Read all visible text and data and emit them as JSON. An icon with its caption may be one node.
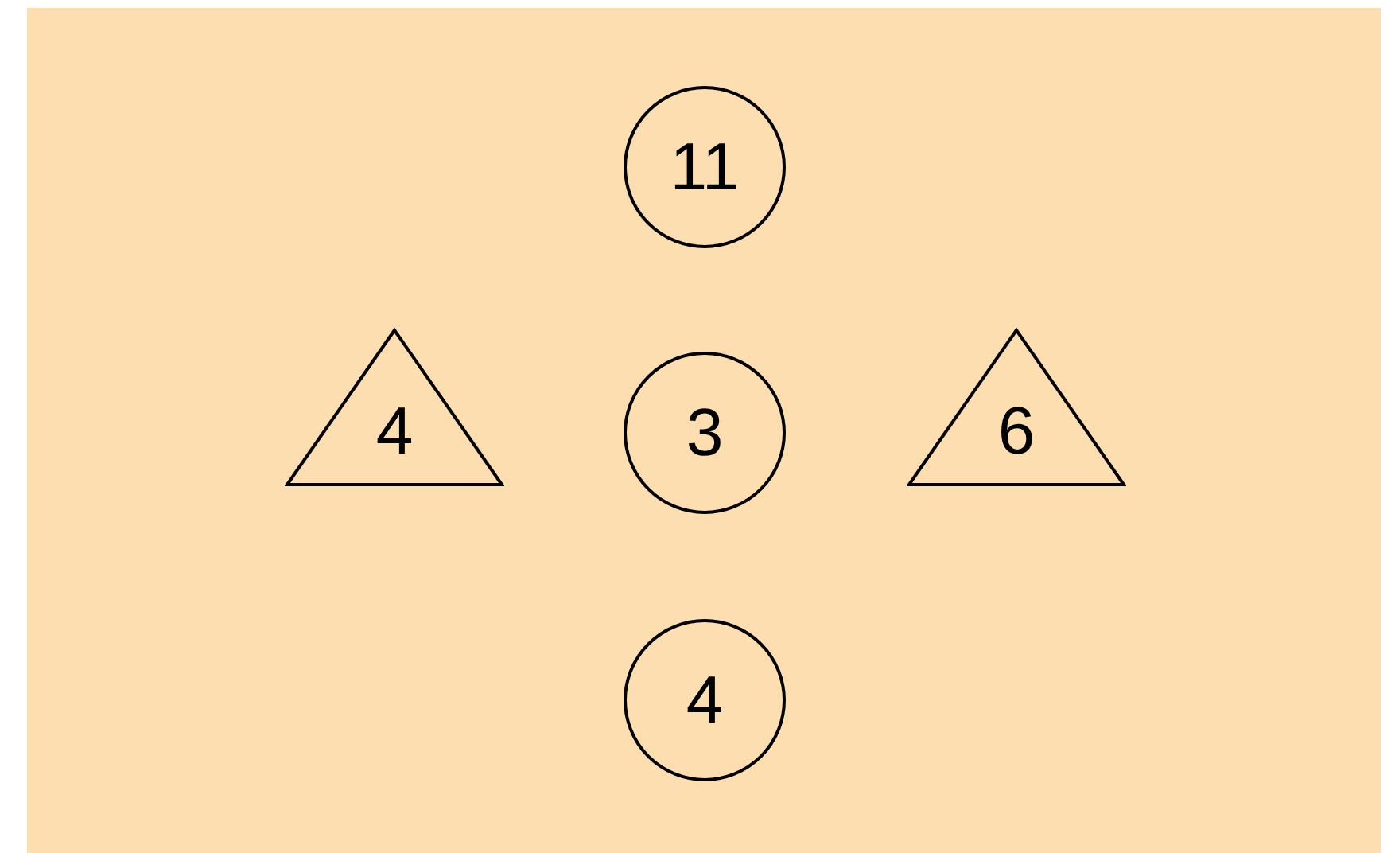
{
  "diagram": {
    "nodes": [
      {
        "text": [
          "11"
        ]
      },
      {
        "text": [
          "4"
        ]
      },
      {
        "text": [
          "3"
        ]
      },
      {
        "text": [
          "6"
        ]
      },
      {
        "text": [
          "4"
        ]
      }
    ]
  }
}
